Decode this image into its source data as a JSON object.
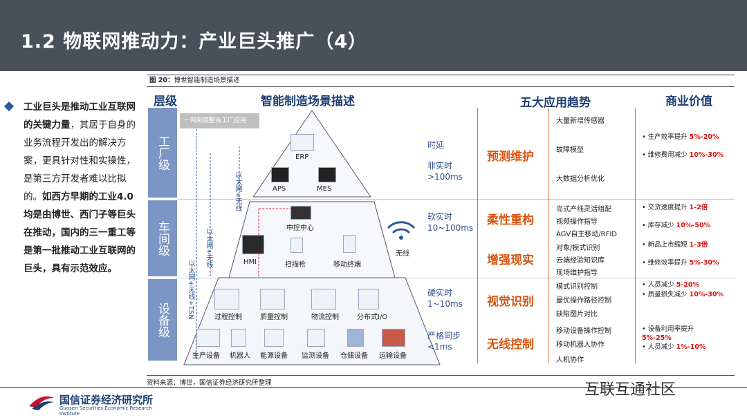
{
  "header": {
    "title": "1.2 物联网推动力：产业巨头推广（4）"
  },
  "bullet": {
    "p1_bold": "工业巨头是推动工业互联网的关键力量",
    "p1_rest": "，其居于自身的业务流程开发出的解决方案，更具针对性和实操性，是第三方开发者难以比拟的。",
    "p2_bold": "如西方早期的工业4.0均是由博世、西门子等巨头在推动，国内的三一重工等是第一批推动工业互联网的巨头，具有示范效应。"
  },
  "figure": {
    "caption_num": "图 20：",
    "caption_text": "博世智能制造场景描述",
    "col_level": "层级",
    "col_scene": "智能制造场景描述",
    "col_trend": "五大应用趋势",
    "col_value": "商业价值",
    "levels": [
      "工厂级",
      "车间级",
      "设备级"
    ],
    "factory": {
      "grey_box": "一网到底整合工厂应用",
      "erp": "ERP",
      "aps": "APS",
      "mes": "MES"
    },
    "workshop": {
      "center": "中控中心",
      "hmi": "HMI",
      "scanner": "扫描枪",
      "mobile": "移动终端",
      "wireless": "无线"
    },
    "device": {
      "labels_top": [
        "过程控制",
        "质量控制",
        "物流控制",
        "分布式I/O"
      ],
      "labels_bottom": [
        "生产设备",
        "机器人",
        "能源设备",
        "监测设备",
        "仓储设备",
        "运输设备"
      ]
    },
    "net_labels": [
      "以太网+无线",
      "以太网+无线",
      "以太网+无线+TSN"
    ],
    "latency": [
      {
        "a": "时延",
        "b": "非实时",
        "c": ">100ms"
      },
      {
        "a": "软实时",
        "b": "10~100ms"
      },
      {
        "a": "硬实时",
        "b": "1~10ms"
      },
      {
        "a": "严格同步",
        "b": "<1ms"
      }
    ],
    "trends": [
      "预测维护",
      "柔性重构",
      "增强现实",
      "视觉识别",
      "无线控制"
    ],
    "details": [
      [
        "大量新增传感器",
        "故障模型",
        "大数据分析优化"
      ],
      [
        "岛式产线灵活组配",
        "视频操作指导",
        "AGV自主移动/RFID"
      ],
      [
        "对象/模式识别",
        "云端经验知识库",
        "现场维护指导"
      ],
      [
        "模式识别控制",
        "最优操作路径控制",
        "缺陷图片对比"
      ],
      [
        "移动设备操作控制",
        "移动机器人协作",
        "人机协作"
      ]
    ],
    "values": [
      {
        "t": "生产效率提升",
        "r": "5%-20%"
      },
      {
        "t": "维修费用减少",
        "r": "10%-30%"
      },
      {
        "t": "交货速度提升",
        "r": "1-2倍"
      },
      {
        "t": "库存减少",
        "r": "10%-50%"
      },
      {
        "t": "新品上市缩短",
        "r": "1-3倍"
      },
      {
        "t": "维修效率提升",
        "r": "5%-30%"
      },
      {
        "t": "人员减少",
        "r": "5-20%"
      },
      {
        "t": "质量损失减少",
        "r": "10%-30%"
      },
      {
        "t": "设备利用率提升",
        "r": "5%-25%"
      },
      {
        "t": "人员减少",
        "r": "1%-10%"
      }
    ],
    "source": "资料来源：博世，国信证券经济研究所整理"
  },
  "footer": {
    "org_cn": "国信证券经济研究所",
    "org_en": "Guosen Securities Economic Research Institute",
    "watermark": "互联互通社区"
  }
}
